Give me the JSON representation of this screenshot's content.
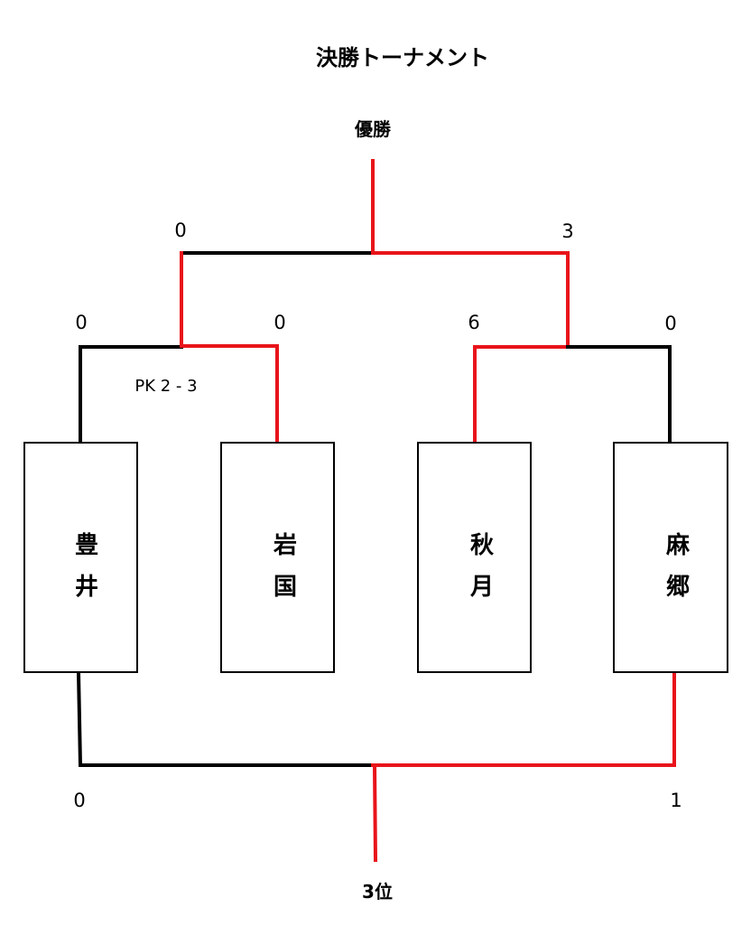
{
  "title": "決勝トーナメント",
  "winner_label": "優勝",
  "third_place_label": "3位",
  "teams": [
    {
      "line1": "豊",
      "line2": "井"
    },
    {
      "line1": "岩",
      "line2": "国"
    },
    {
      "line1": "秋",
      "line2": "月"
    },
    {
      "line1": "麻",
      "line2": "郷"
    }
  ],
  "semifinal_scores": {
    "toyoi": "0",
    "iwakuni": "0",
    "akizuki": "6",
    "asago": "0"
  },
  "pk_note": "PK 2 - 3",
  "final_scores": {
    "left": "0",
    "right": "3"
  },
  "third_place_scores": {
    "left": "0",
    "right": "1"
  },
  "colors": {
    "winner_line": "#e8141a",
    "loser_line": "#000000"
  }
}
